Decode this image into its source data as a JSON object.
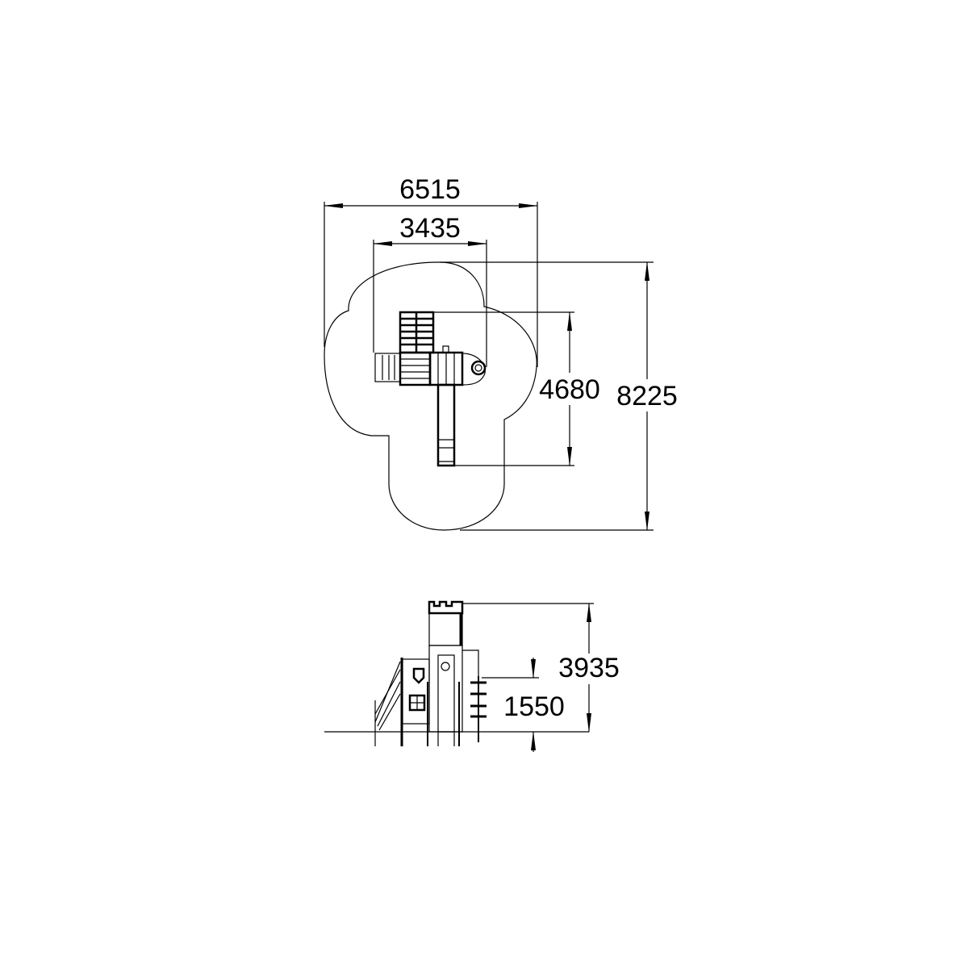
{
  "plan_view": {
    "dimensions": {
      "overall_width": "6515",
      "structure_width": "3435",
      "overall_depth": "8225",
      "structure_depth": "4680"
    }
  },
  "elevation_view": {
    "dimensions": {
      "overall_height": "3935",
      "platform_height": "1550"
    }
  },
  "colors": {
    "line": "#000000",
    "background": "#ffffff"
  }
}
